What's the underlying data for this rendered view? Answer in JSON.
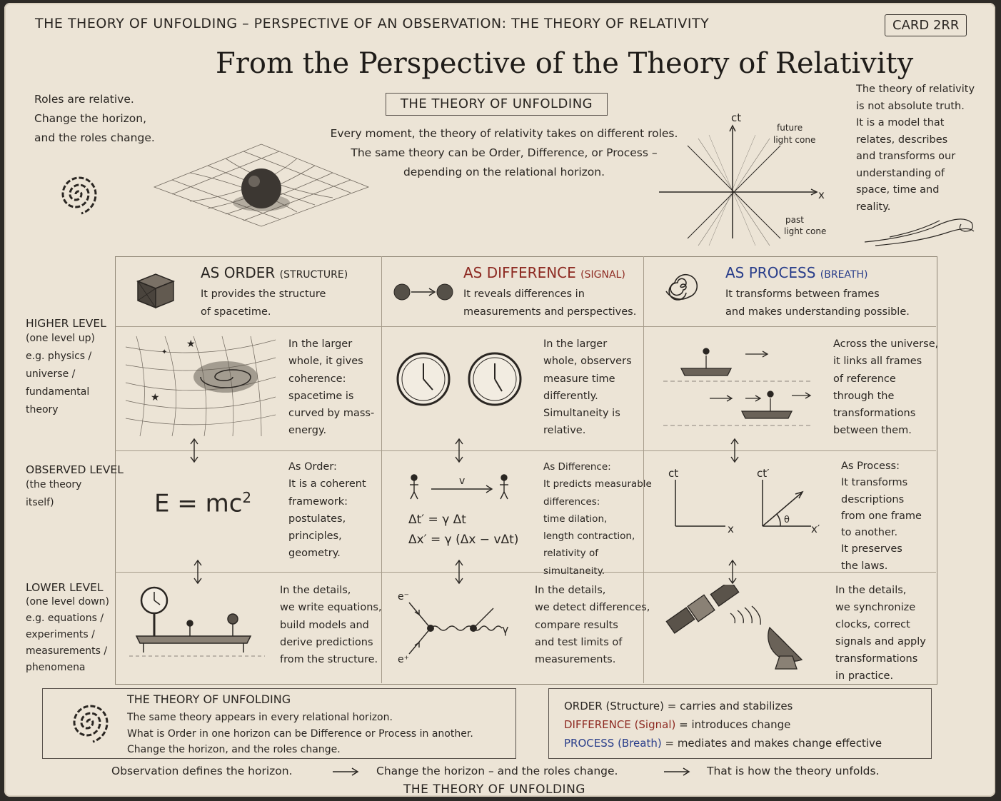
{
  "header": {
    "top_line": "THE THEORY OF UNFOLDING – PERSPECTIVE OF AN OBSERVATION: THE THEORY OF RELATIVITY",
    "card_no": "CARD 2RR",
    "title": "From the Perspective of the Theory of Relativity",
    "subtitle_box": "THE THEORY OF UNFOLDING",
    "intro": [
      "Every moment, the theory of relativity takes on different roles.",
      "The same theory can be Order, Difference, or Process –",
      "depending on the relational horizon."
    ]
  },
  "left_note": [
    "Roles are relative.",
    "Change the horizon,",
    "and the roles change."
  ],
  "right_note": [
    "The theory of relativity",
    "is not absolute truth.",
    "It is a model that",
    "relates, describes",
    "and transforms our",
    "understanding of",
    "space, time and",
    "reality."
  ],
  "lightcone": {
    "ct": "ct",
    "x": "x",
    "future": [
      "future",
      "light cone"
    ],
    "past": [
      "past",
      "light cone"
    ]
  },
  "columns": [
    {
      "title": "AS ORDER",
      "tag": "(STRUCTURE)",
      "desc": [
        "It provides the structure",
        "of spacetime."
      ]
    },
    {
      "title": "AS DIFFERENCE",
      "tag": "(SIGNAL)",
      "desc": [
        "It reveals differences in",
        "measurements and perspectives."
      ]
    },
    {
      "title": "AS PROCESS",
      "tag": "(BREATH)",
      "desc": [
        "It transforms between frames",
        "and makes understanding possible."
      ]
    }
  ],
  "levels": [
    {
      "title": "HIGHER LEVEL",
      "desc": [
        "(one level up)",
        "e.g. physics /",
        "universe /",
        "fundamental",
        "theory"
      ]
    },
    {
      "title": "OBSERVED LEVEL",
      "desc": [
        "(the theory",
        "itself)"
      ]
    },
    {
      "title": "LOWER LEVEL",
      "desc": [
        "(one level down)",
        "e.g. equations /",
        "experiments /",
        "measurements /",
        "phenomena"
      ]
    }
  ],
  "cells": {
    "higher": [
      [
        "In the larger",
        "whole, it gives",
        "coherence:",
        "spacetime is",
        "curved by mass-",
        "energy."
      ],
      [
        "In the larger",
        "whole, observers",
        "measure time",
        "differently.",
        "Simultaneity is",
        "relative."
      ],
      [
        "Across the universe,",
        "it links all frames",
        "of reference",
        "through the",
        "transformations",
        "between them."
      ]
    ],
    "observed": [
      [
        "As Order:",
        "It is a coherent",
        "framework:",
        "postulates,",
        "principles,",
        "geometry."
      ],
      [
        "As Difference:",
        "It predicts measurable",
        "differences:",
        "time dilation,",
        "length contraction,",
        "relativity of",
        "simultaneity."
      ],
      [
        "As Process:",
        "It transforms",
        "descriptions",
        "from one frame",
        "to another.",
        "It preserves",
        "the laws."
      ]
    ],
    "lower": [
      [
        "In the details,",
        "we write equations,",
        "build models and",
        "derive predictions",
        "from the structure."
      ],
      [
        "In the details,",
        "we detect differences,",
        "compare results",
        "and test limits of",
        "measurements."
      ],
      [
        "In the details,",
        "we synchronize",
        "clocks, correct",
        "signals and apply",
        "transformations",
        "in practice."
      ]
    ]
  },
  "formulas": {
    "emc": "E = mc",
    "emc_exp": "2",
    "v": "v",
    "dilation": "Δt′ = γ Δt",
    "contraction": "Δx′ = γ (Δx − vΔt)",
    "e_minus": "e⁻",
    "e_plus": "e⁺",
    "gamma": "γ",
    "ct": "ct",
    "x": "x",
    "ct_prime": "ct′",
    "x_prime": "x′",
    "theta": "θ"
  },
  "footer_box_left": {
    "title": "THE THEORY OF UNFOLDING",
    "lines": [
      "The same theory appears in every relational horizon.",
      "What is Order in one horizon can be Difference or Process in another.",
      "Change the horizon, and the roles change."
    ]
  },
  "footer_box_right": [
    {
      "key": "ORDER",
      "tag": "(Structure)",
      "text": "= carries and stabilizes"
    },
    {
      "key": "DIFFERENCE",
      "tag": "(Signal)",
      "text": "= introduces change"
    },
    {
      "key": "PROCESS",
      "tag": "(Breath)",
      "text": "= mediates and makes change effective"
    }
  ],
  "bottom_flow": [
    "Observation defines the horizon.",
    "Change the horizon – and the roles change.",
    "That is how the theory unfolds."
  ],
  "bottom_title": "THE THEORY OF UNFOLDING",
  "colors": {
    "paper": "#ece4d6",
    "ink": "#2a2622",
    "difference": "#8d2a22",
    "process": "#283d8a"
  }
}
